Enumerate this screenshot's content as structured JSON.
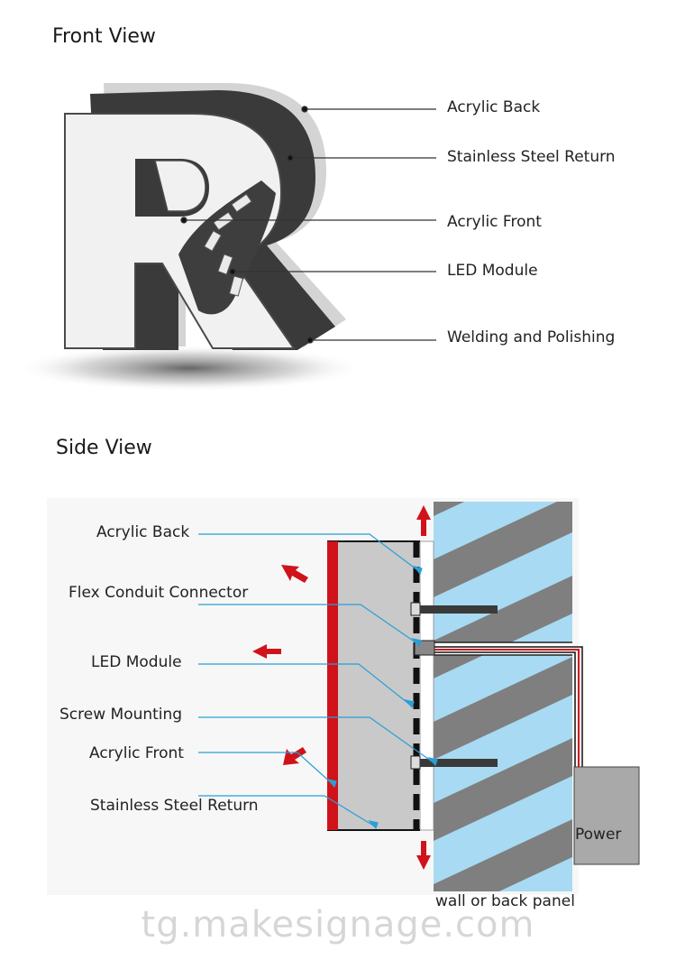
{
  "front_view": {
    "title": "Front View",
    "callouts": [
      "Acrylic Back",
      "Stainless Steel Return",
      "Acrylic Front",
      "LED Module",
      "Welding and Polishing"
    ]
  },
  "side_view": {
    "title": "Side View",
    "labels": [
      "Acrylic Back",
      "Flex Conduit Connector",
      "LED Module",
      "Screw Mounting",
      "Acrylic Front",
      "Stainless Steel Return"
    ],
    "power_label": "Power",
    "wall_label": "wall or back panel"
  },
  "watermark": "tg.makesignage.com",
  "colors": {
    "red": "#d0121b",
    "leader": "#2a9fd6",
    "wall_blue": "#a8daf3",
    "wall_stripe": "#7f7f7f",
    "letter_dark": "#3a3a3a",
    "letter_face": "#f1f1f1",
    "housing": "#c9c9c9"
  }
}
